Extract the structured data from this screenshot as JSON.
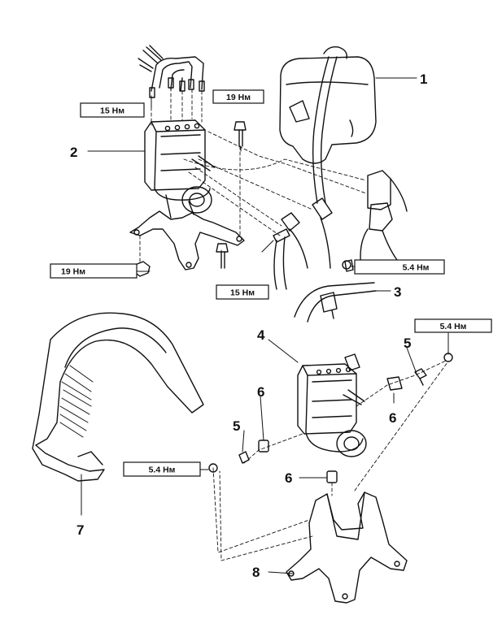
{
  "callouts": {
    "c1": "1",
    "c2": "2",
    "c3": "3",
    "c4": "4",
    "c5a": "5",
    "c5b": "5",
    "c6a": "6",
    "c6b": "6",
    "c6c": "6",
    "c7": "7",
    "c8": "8"
  },
  "torques": {
    "t1": "15 Нм",
    "t2": "19 Нм",
    "t3": "19 Нм",
    "t4": "15 Нм",
    "t5": "5.4 Нм",
    "t6": "5.4 Нм",
    "t7": "5.4 Нм"
  }
}
